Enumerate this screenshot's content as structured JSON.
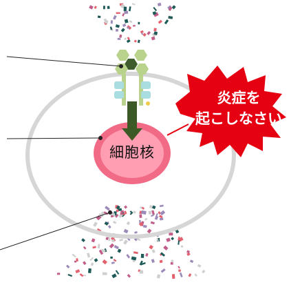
{
  "labels": {
    "nucleus": "細胞核",
    "burst_line1": "炎症を",
    "burst_line2": "起こしなさい"
  },
  "colors": {
    "cell_membrane": "#d6d6d6",
    "nucleus_fill": "#f26b86",
    "nucleus_stroke": "#ec3f66",
    "receptor_green": "#b9d38c",
    "receptor_dark": "#3f5d2c",
    "receptor_teal": "#a9dde0",
    "signal_arrow": "#3d5a26",
    "burst_fill": "#e50012",
    "leader_line": "#222222",
    "particles": [
      "#e3626f",
      "#9c8bb8",
      "#1e5a57",
      "#cfcfcf",
      "#c05d88"
    ]
  }
}
